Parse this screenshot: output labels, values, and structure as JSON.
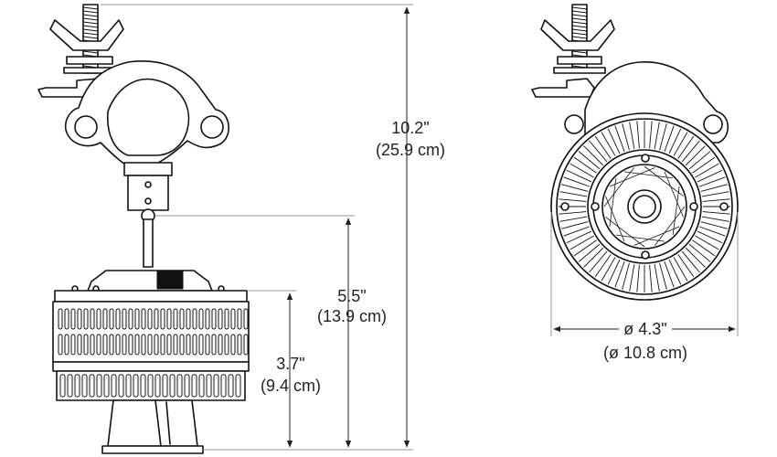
{
  "colors": {
    "ink": "#111111",
    "background": "#ffffff"
  },
  "dimensions": {
    "overall_height": {
      "imperial": "10.2\"",
      "metric": "(25.9 cm)"
    },
    "fixture_height": {
      "imperial": "5.5\"",
      "metric": "(13.9 cm)"
    },
    "body_height": {
      "imperial": "3.7\"",
      "metric": "(9.4 cm)"
    },
    "diameter": {
      "imperial": "ø 4.3\"",
      "metric": "(ø 10.8 cm)"
    }
  },
  "views": [
    "side-view",
    "front-view"
  ]
}
